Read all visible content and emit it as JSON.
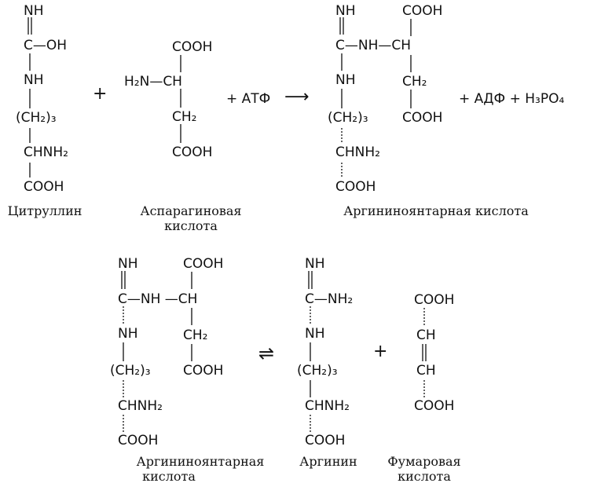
{
  "reaction1": {
    "citrulline": {
      "nh": "NH",
      "c_oh": "C—OH",
      "nh2": "NH",
      "ch2": "(CH₂)₃",
      "chnh2": "CHNH₂",
      "cooh": "COOH",
      "name": "Цитруллин"
    },
    "plus1": "+",
    "aspartic": {
      "cooh_top": "COOH",
      "h2n_ch": "H₂N—CH",
      "ch2": "CH₂",
      "cooh_bottom": "COOH",
      "name_line1": "Аспарагиновая",
      "name_line2": "кислота"
    },
    "atp": "+ АТФ",
    "arrow": "⟶",
    "argininosuccinic": {
      "nh": "NH",
      "c_nh_ch": "C—NH—CH",
      "cooh_top": "COOH",
      "nh2": "NH",
      "ch2_right": "CH₂",
      "ch2_chain": "(CH₂)₃",
      "cooh_right": "COOH",
      "chnh2": "CHNH₂",
      "cooh_bottom": "COOH",
      "name": "Аргининоянтарная кислота"
    },
    "products": "+ АДФ + H₃PO₄"
  },
  "reaction2": {
    "argininosuccinic": {
      "nh": "NH",
      "c_nh_ch": "C—NH —CH",
      "cooh_top": "COOH",
      "nh2": "NH",
      "ch2_right": "CH₂",
      "ch2_chain": "(CH₂)₃",
      "cooh_right": "COOH",
      "chnh2": "CHNH₂",
      "cooh_bottom": "COOH",
      "name_line1": "Аргининоянтарная",
      "name_line2": "кислота"
    },
    "equilibrium": "⇌",
    "arginine": {
      "nh": "NH",
      "c_nh2": "C—NH₂",
      "nh2": "NH",
      "ch2": "(CH₂)₃",
      "chnh2": "CHNH₂",
      "cooh": "COOH",
      "name": "Аргинин"
    },
    "plus": "+",
    "fumaric": {
      "cooh_top": "COOH",
      "ch1": "CH",
      "ch2": "CH",
      "cooh_bottom": "COOH",
      "name_line1": "Фумаровая",
      "name_line2": "кислота"
    }
  }
}
